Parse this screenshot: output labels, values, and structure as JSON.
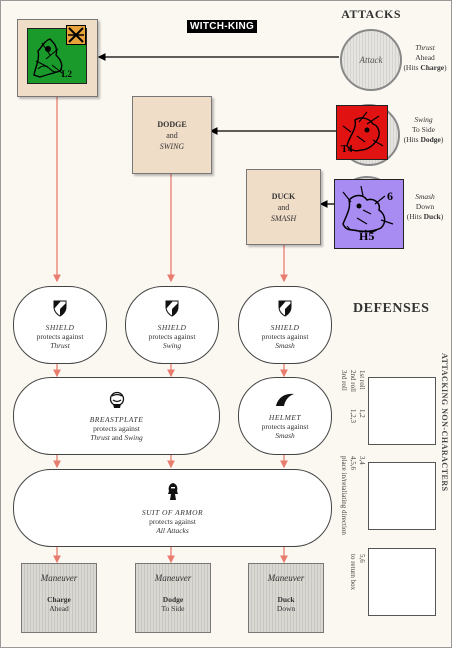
{
  "titles": {
    "attacks": "ATTACKS",
    "defenses": "DEFENSES",
    "witch_king": "WITCH-KING",
    "attacking_non_characters": "ATTACKING NON-CHARACTERS"
  },
  "maneuvers": {
    "dodge": {
      "line1": "DODGE",
      "line2": "and",
      "line3": "SWING"
    },
    "duck": {
      "line1": "DUCK",
      "line2": "and",
      "line3": "SMASH"
    }
  },
  "attacks": [
    {
      "circle": "Attack",
      "line1": "Thrust",
      "line2": "Ahead",
      "line3_pre": "(Hits ",
      "line3_em": "Charge",
      "line3_post": ")"
    },
    {
      "circle": "",
      "line1": "Swing",
      "line2": "To Side",
      "line3_pre": "(Hits ",
      "line3_em": "Dodge",
      "line3_post": ")"
    },
    {
      "circle": "",
      "line1": "Smash",
      "line2": "Down",
      "line3_pre": "(Hits ",
      "line3_em": "Duck",
      "line3_post": ")"
    }
  ],
  "counters": {
    "witch_king": {
      "label": "L2",
      "color": "#1a9a2a",
      "marker_color": "#e8a33a"
    },
    "red": {
      "label": "T4",
      "color": "#e01212"
    },
    "purple": {
      "top": "6",
      "bottom": "H5",
      "color": "#a98cf2"
    }
  },
  "defenses": {
    "shields": [
      {
        "name": "SHIELD",
        "line2": "protects against",
        "line3": "Thrust"
      },
      {
        "name": "SHIELD",
        "line2": "protects against",
        "line3": "Swing"
      },
      {
        "name": "SHIELD",
        "line2": "protects against",
        "line3": "Smash"
      }
    ],
    "breastplate": {
      "name": "BREASTPLATE",
      "line2": "protects against",
      "line3a": "Thrust",
      "line3b": " and ",
      "line3c": "Swing"
    },
    "helmet": {
      "name": "HELMET",
      "line2": "protects against",
      "line3": "Smash"
    },
    "suit": {
      "name": "SUIT OF ARMOR",
      "line2": "protects against",
      "line3": "All Attacks"
    }
  },
  "bottom_maneuvers": [
    {
      "title": "Maneuver",
      "line1": "Charge",
      "line2": "Ahead"
    },
    {
      "title": "Maneuver",
      "line1": "Dodge",
      "line2": "To Side"
    },
    {
      "title": "Maneuver",
      "line1": "Duck",
      "line2": "Down"
    }
  ],
  "right_table": {
    "roll1": "1st roll",
    "roll2": "2nd roll",
    "roll3": "3rd roll",
    "val1": "1,2",
    "val2": "1,2,3",
    "val3": "3,4",
    "val4": "4,5,6",
    "val5": "5,6",
    "place_text": "place in/retaliating direction",
    "to_return": "to return box"
  },
  "colors": {
    "arrow": "#e87d6f",
    "box_fill": "#f0ddc8"
  }
}
